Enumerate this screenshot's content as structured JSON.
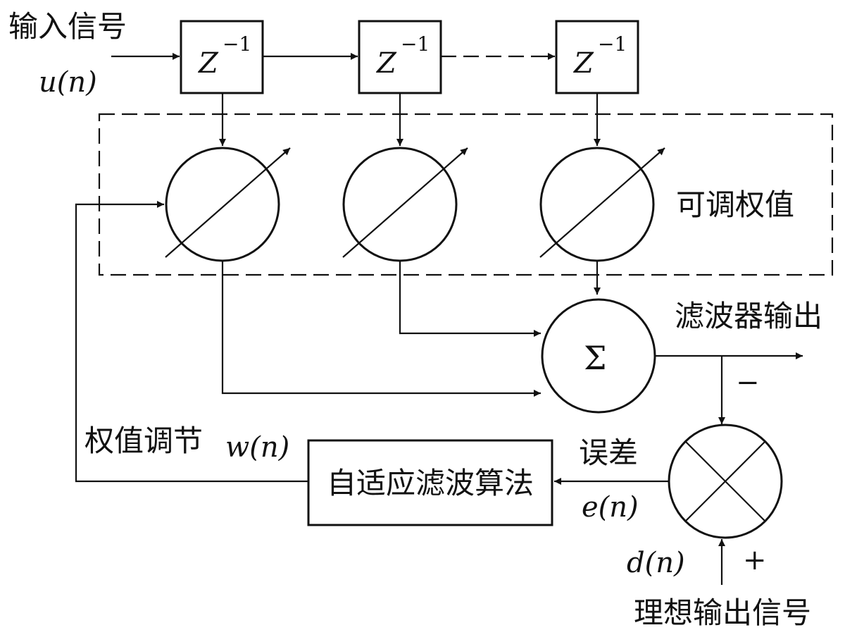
{
  "labels": {
    "input_signal": "输入信号",
    "input_var": "u(n)",
    "adjustable_weights": "可调权值",
    "filter_output": "滤波器输出",
    "weight_adjust": "权值调节",
    "weight_var": "w(n)",
    "error": "误差",
    "error_var": "e(n)",
    "desired_var": "d(n)",
    "desired_output_signal": "理想输出信号",
    "algorithm": "自适应滤波算法",
    "sum_symbol": "Σ",
    "minus": "−",
    "plus": "+"
  },
  "delays": [
    {
      "base": "Z",
      "exp": "−1"
    },
    {
      "base": "Z",
      "exp": "−1"
    },
    {
      "base": "Z",
      "exp": "−1"
    }
  ]
}
